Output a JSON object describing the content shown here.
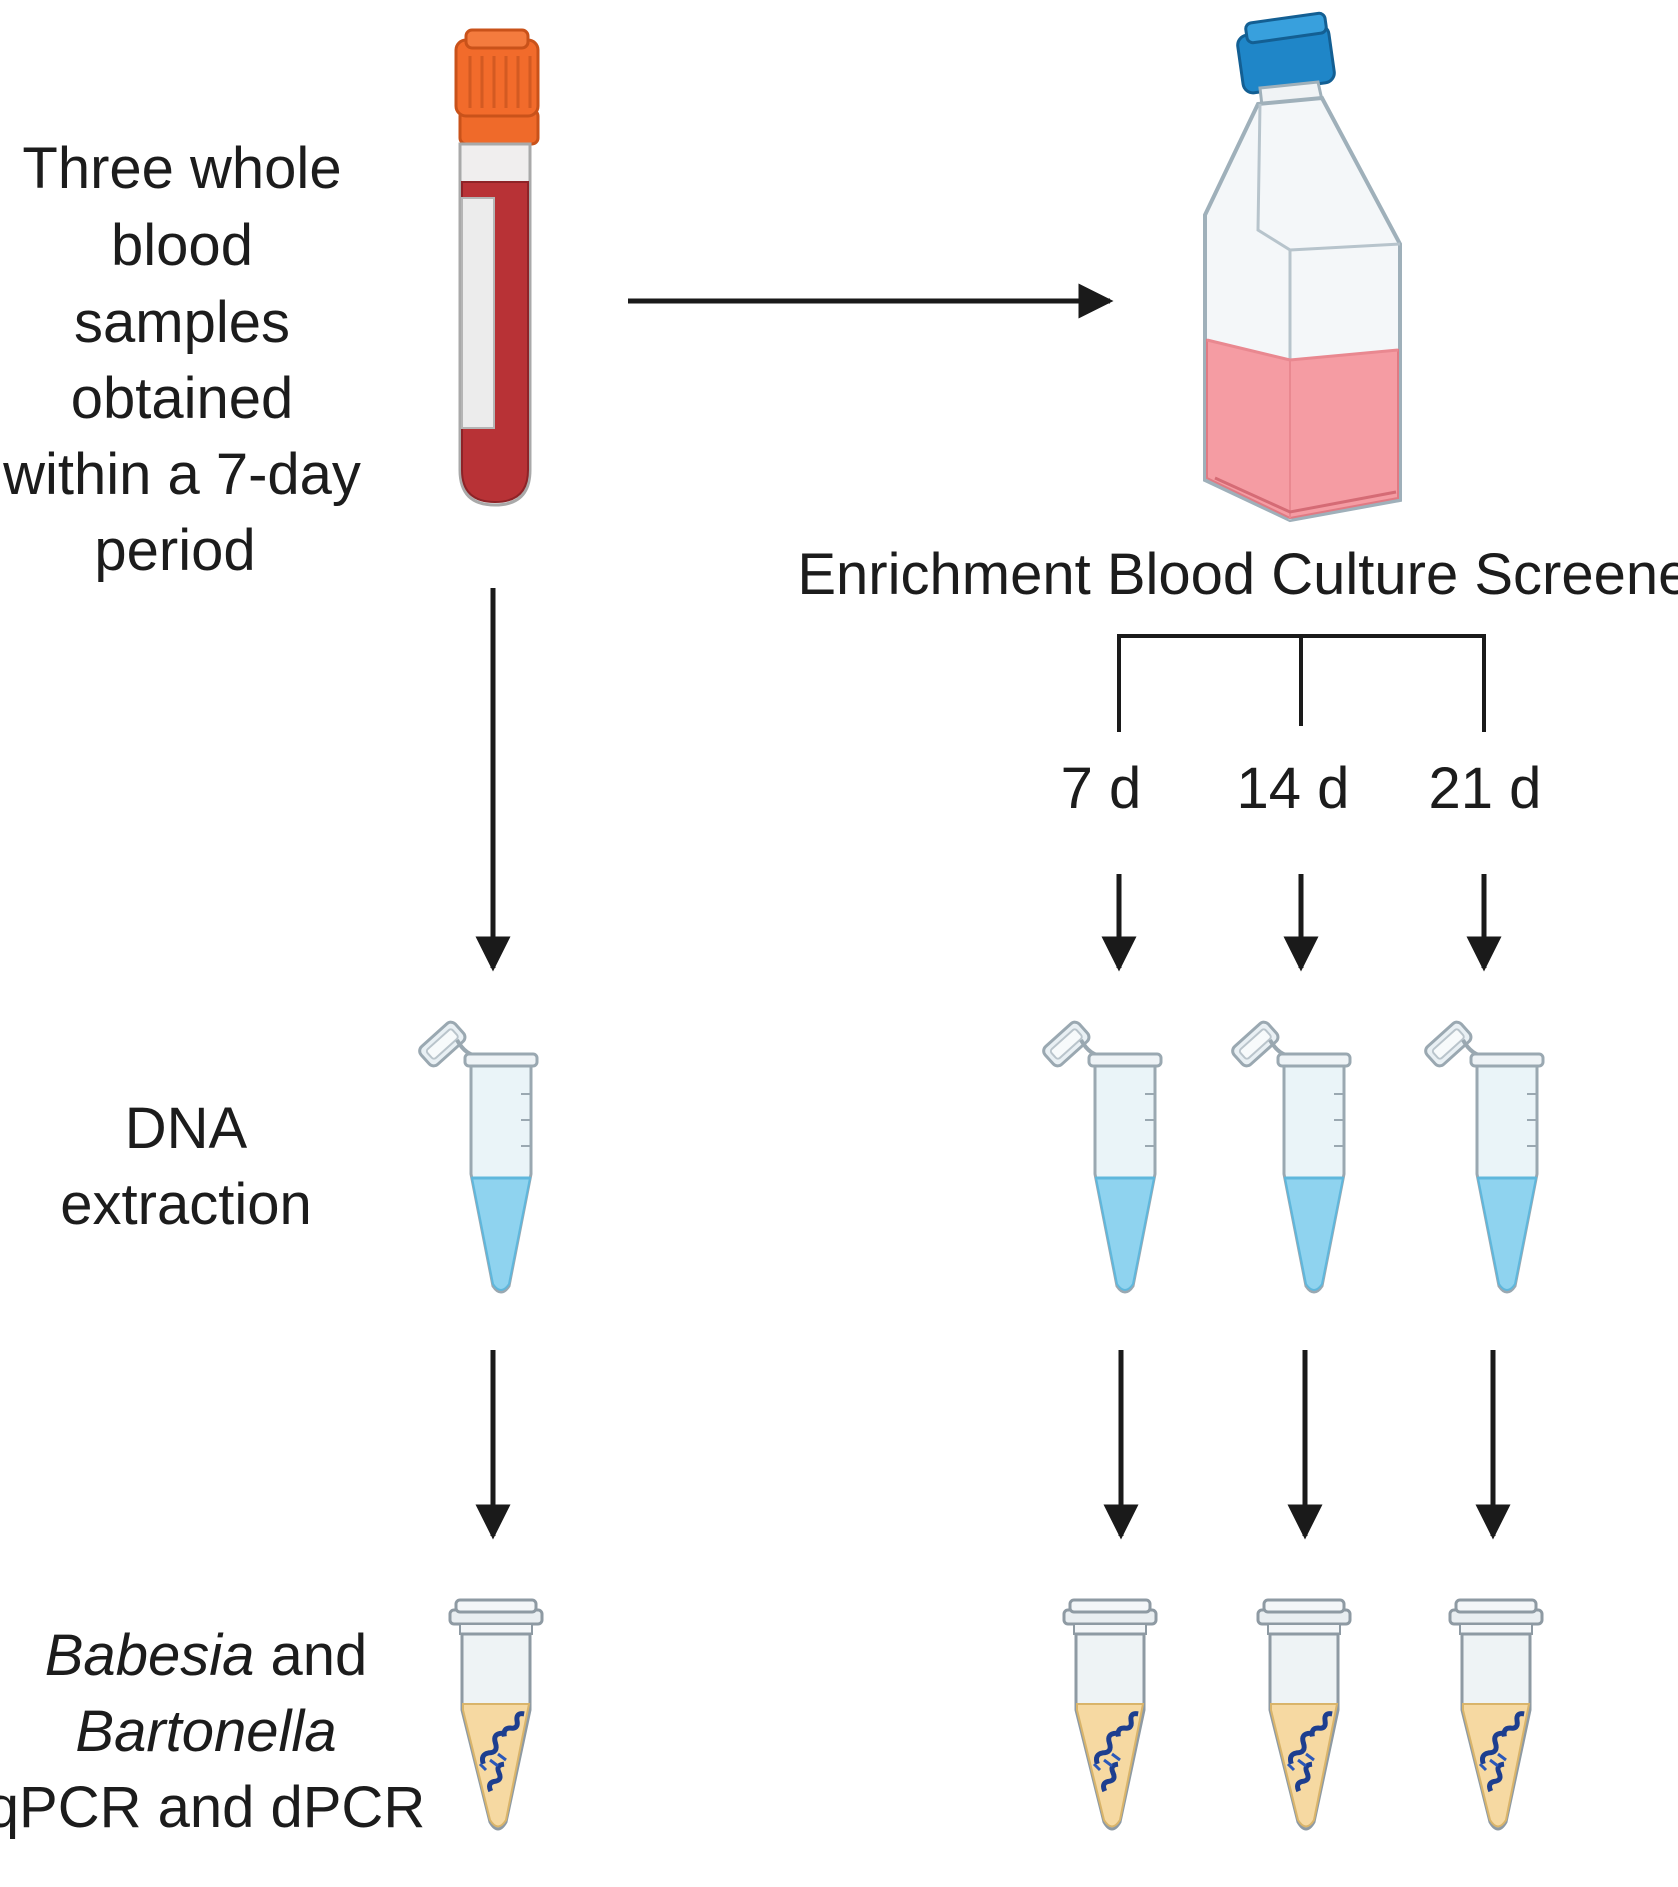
{
  "labels": {
    "samples": [
      "Three whole",
      "blood",
      "samples",
      "obtained",
      "within a 7-day",
      "period"
    ],
    "enrichment": "Enrichment Blood Culture Screened",
    "dna": [
      "DNA",
      "extraction"
    ],
    "pcr": {
      "babesia": "Babesia",
      "and1": " and",
      "bartonella": "Bartonella",
      "line3": "qPCR and dPCR"
    }
  },
  "timepoints": [
    "7 d",
    "14 d",
    "21 d"
  ],
  "icons": {
    "blood_tube": "blood-collection-tube-icon",
    "culture_flask": "culture-flask-icon",
    "open_tube": "open-microcentrifuge-tube-icon",
    "pcr_tube": "pcr-tube-with-dna-icon"
  },
  "colors": {
    "cap_orange": "#f26b2b",
    "blood_red": "#b83236",
    "flask_cap_blue": "#1f86c8",
    "culture_pink": "#f59ca3",
    "buffer_blue": "#8fd3ef",
    "pcr_mix": "#f6d9a2",
    "dna_blue": "#1d3e8f"
  }
}
